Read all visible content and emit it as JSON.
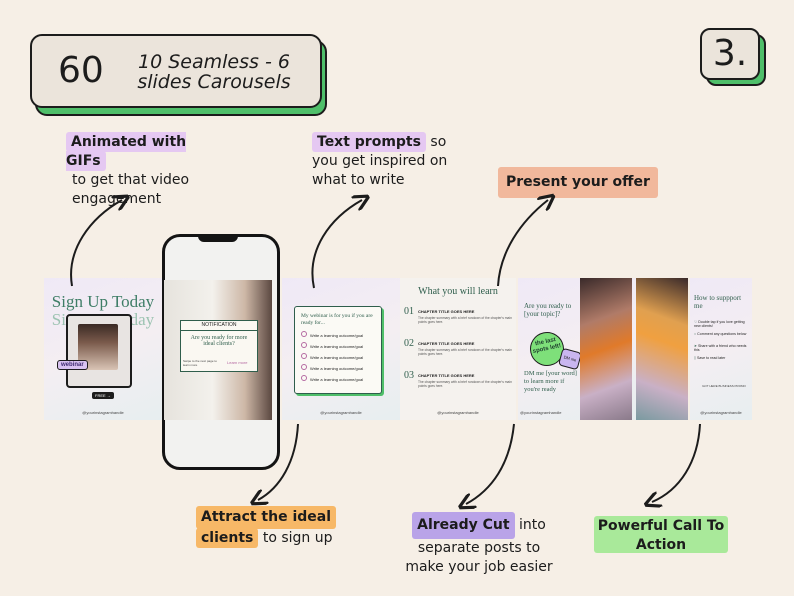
{
  "title": {
    "number": "60",
    "text": "10 Seamless - 6 slides Carousels",
    "step": "3."
  },
  "callouts": {
    "gifs": {
      "highlight": "Animated with GIFs",
      "text": "to get that video engagement",
      "color": "#e5c8f2"
    },
    "prompts": {
      "highlight": "Text prompts",
      "text": "so you get inspired on what to write",
      "color": "#e5c8f2"
    },
    "offer": {
      "highlight": "Present your offer",
      "color": "#f1b89c"
    },
    "attract": {
      "highlight1": "Attract the ideal",
      "highlight2": "clients",
      "text": "to sign up",
      "color": "#f7b867"
    },
    "cut": {
      "highlight": "Already Cut",
      "text1": "into",
      "text2": "separate posts to",
      "text3": "make your job easier",
      "color": "#b9a3e8"
    },
    "cta": {
      "line1": "Powerful Call To",
      "line2": "Action",
      "color": "#a9e99a"
    }
  },
  "slides": {
    "signup": {
      "title": "Sign Up Today",
      "echo": "Sign Up Today",
      "badge": "webinar",
      "free": "FREE →",
      "handle": "@yourinstagramhandle"
    },
    "notification": {
      "label": "NOTIFICATION",
      "question": "Are you ready for more ideal clients?",
      "caption": "Swipe to the next page to learn more",
      "button": "Learn more"
    },
    "webinar": {
      "intro": "My webinar is for you if you are ready for...",
      "items": [
        "Write a learning outcome/goal",
        "Write a learning outcome/goal",
        "Write a learning outcome/goal",
        "Write a learning outcome/goal",
        "Write a learning outcome/goal"
      ],
      "handle": "@yourinstagramhandle"
    },
    "learn": {
      "title": "What you will learn",
      "chapters": [
        {
          "num": "01",
          "title": "CHAPTER TITLE GOES HERE",
          "summary": "The chapter summary with a brief rundown of the chapter's main points goes here."
        },
        {
          "num": "02",
          "title": "CHAPTER TITLE GOES HERE",
          "summary": "The chapter summary with a brief rundown of the chapter's main points goes here."
        },
        {
          "num": "03",
          "title": "CHAPTER TITLE GOES HERE",
          "summary": "The chapter summary with a brief rundown of the chapter's main points goes here."
        }
      ],
      "handle": "@yourinstagramhandle"
    },
    "ready": {
      "question": "Are you ready to [your topic]?",
      "sticker": "the last spots left!",
      "dm": "DM me",
      "cta": "DM me [your word] to learn more if you're ready",
      "handle": "@yourinstagramhandle"
    },
    "support": {
      "title": "How to suppport me",
      "items": [
        "Double tap if you love getting new clients!",
        "Comment any questions below",
        "Share with a friend who needs this",
        "Save to read later"
      ],
      "footer": "GOT HERE BUSINESS PROMO",
      "handle": "@yourinstagramhandle"
    }
  }
}
